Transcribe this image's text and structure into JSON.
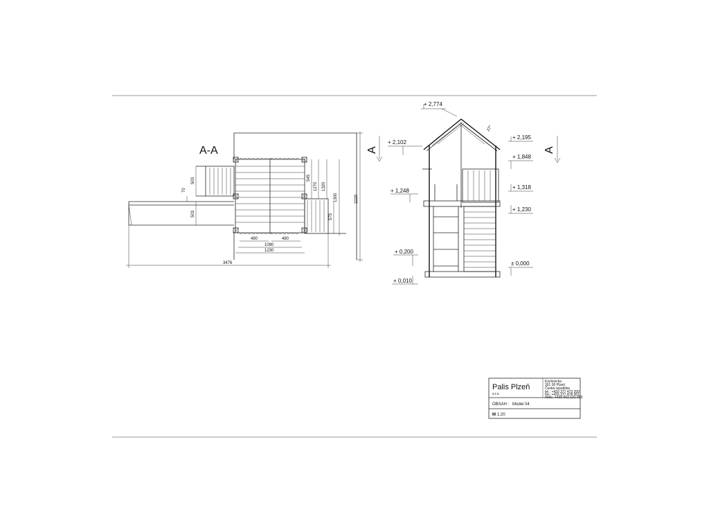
{
  "section_plan": {
    "label": "A-A"
  },
  "section_marks": {
    "left": "A",
    "right": "A"
  },
  "plan_dims": {
    "d480a": "480",
    "d480b": "480",
    "d1090": "1090",
    "d1230": "1230",
    "d3476": "3476",
    "d2220": "2220",
    "d1300": "1300",
    "d1320": "1320",
    "d1270": "1270",
    "d545": "545",
    "d575": "575",
    "d503a": "503",
    "d503b": "503",
    "d70": "70"
  },
  "elevation_levels": {
    "l2774": "+ 2,774",
    "l2102": "+ 2,102",
    "l2195": "+ 2,195",
    "l1848": "+ 1,848",
    "l1248": "+ 1,248",
    "l1318": "+ 1,318",
    "l1230": "+ 1,230",
    "l0200": "+ 0,200",
    "l0000": "± 0,000",
    "l0010": "+ 0,010",
    "roof_angle": "27°"
  },
  "title_block": {
    "company": "Palis Plzeň",
    "company_sub": "s.r.o.",
    "addr_1": "Kozlovicka",
    "addr_2": "301 00 Plzeň",
    "addr_3": "Česká republika",
    "tel": "tel.: +420 377 473 200",
    "fax": "fax: +420 377 478 001",
    "mobile": "mob.: +420 602 121 000",
    "content_label": "OBSAH :",
    "content_value": "Model 04",
    "scale_label": "M",
    "scale_value": "1:20"
  }
}
